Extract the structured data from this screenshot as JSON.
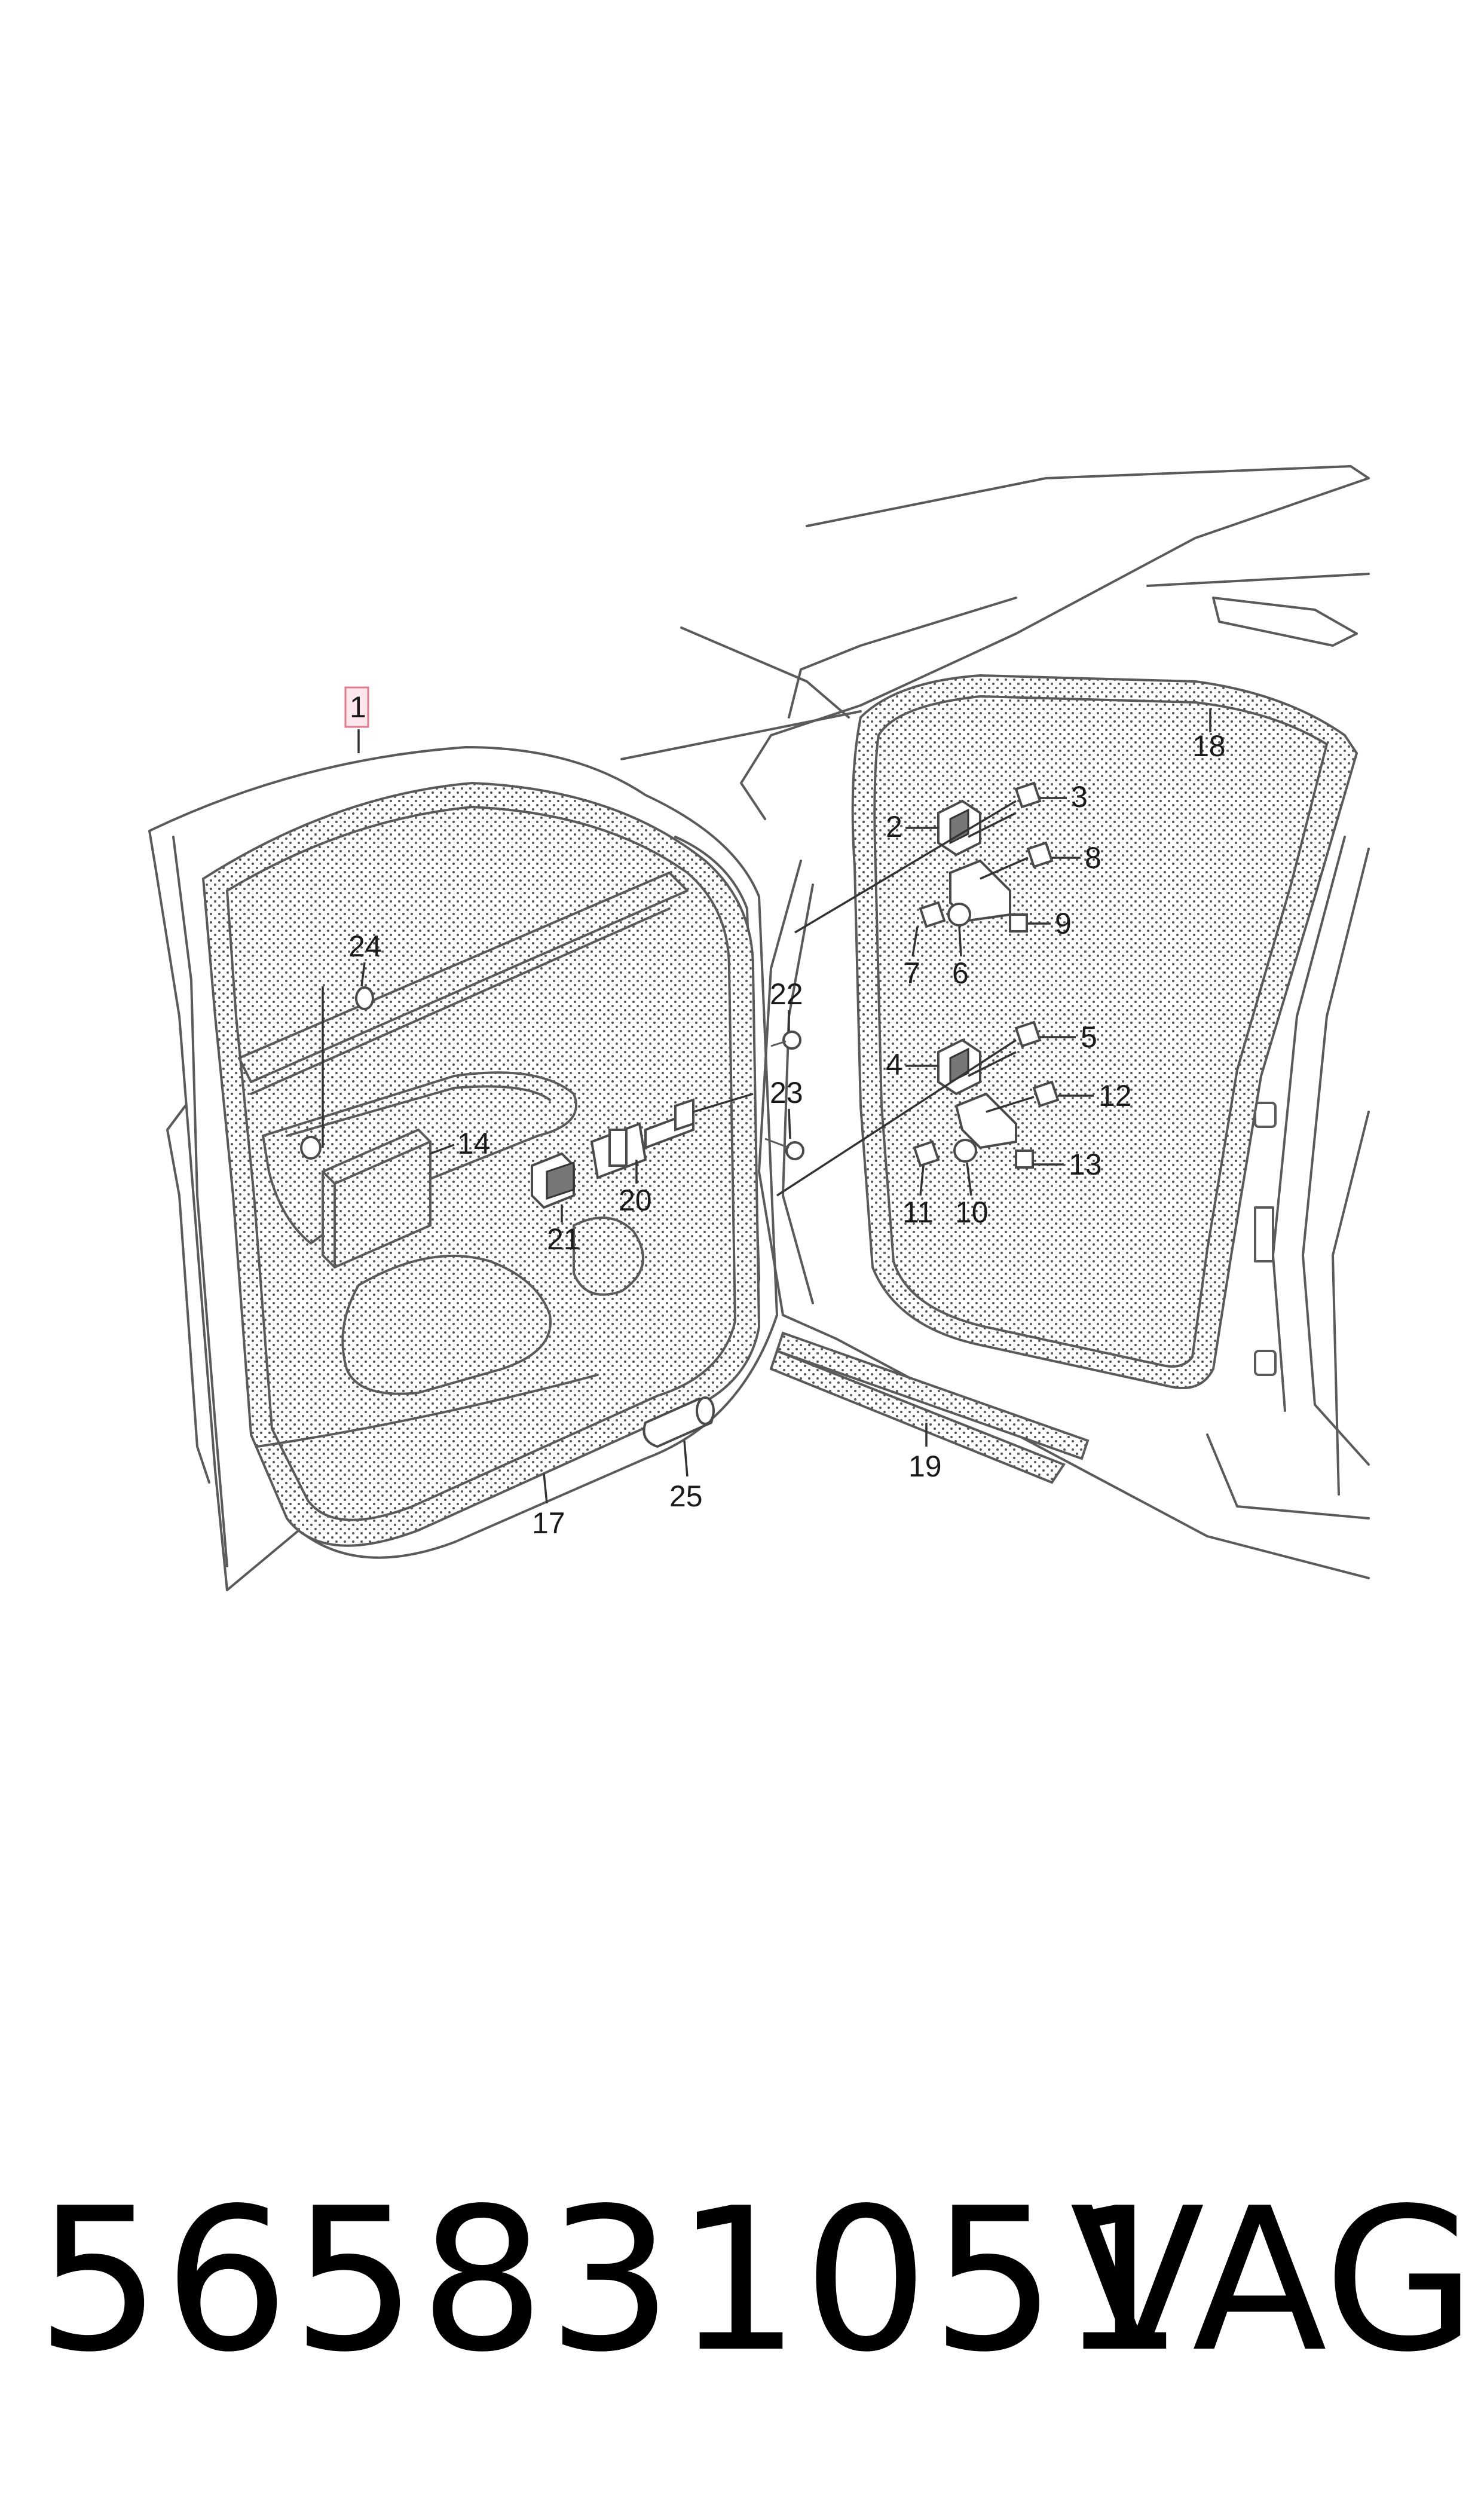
{
  "callouts": {
    "c1": "1",
    "c2": "2",
    "c3": "3",
    "c4": "4",
    "c5": "5",
    "c6": "6",
    "c7": "7",
    "c8": "8",
    "c9": "9",
    "c10": "10",
    "c11": "11",
    "c12": "12",
    "c13": "13",
    "c14": "14",
    "c17": "17",
    "c18": "18",
    "c19": "19",
    "c20": "20",
    "c21": "21",
    "c22": "22",
    "c23": "23",
    "c24": "24",
    "c25": "25"
  },
  "highlight_color": "#e07a8e",
  "footer": {
    "part_number": "565831051",
    "brand": "VAG"
  }
}
